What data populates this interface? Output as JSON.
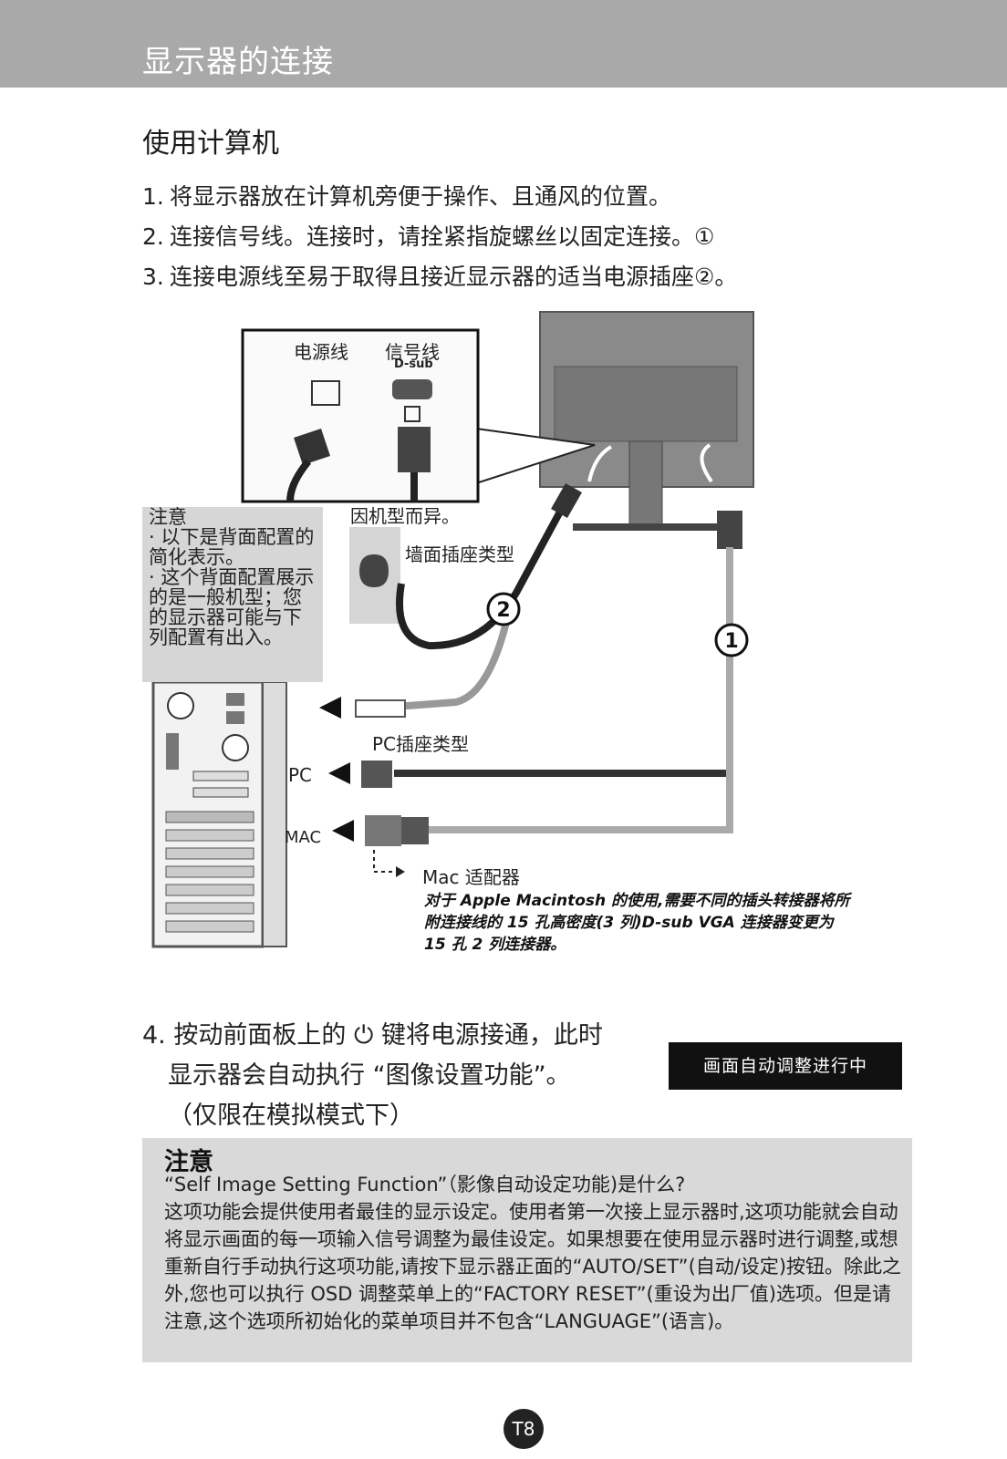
{
  "header": {
    "title": "显示器的连接"
  },
  "section_title": "使用计算机",
  "steps": [
    {
      "num": "1.",
      "text": "将显示器放在计算机旁便于操作、且通风的位置。"
    },
    {
      "num": "2.",
      "text": "连接信号线。连接时，请拴紧指旋螺丝以固定连接。①"
    },
    {
      "num": "3.",
      "text": "连接电源线至易于取得且接近显示器的适当电源插座②。"
    }
  ],
  "diagram": {
    "power_cable_label": "电源线",
    "signal_cable_label": "信号线",
    "dsub_label": "D-sub",
    "model_note": "因机型而异。",
    "wall_outlet_label": "墙面插座类型",
    "pc_outlet_label": "PC插座类型",
    "pc_label": "PC",
    "mac_label": "MAC",
    "callout_1": "1",
    "callout_2": "2",
    "mac_adapter_label": "Mac 适配器",
    "mac_note": "对于 Apple Macintosh 的使用,需要不同的插头转接器将所附连接线的 15 孔高密度(3 列)D-sub VGA 连接器变更为 15 孔 2 列连接器。"
  },
  "side_note": {
    "title": "注意",
    "items": [
      "· 以下是背面配置的简化表示。",
      "· 这个背面配置展示的是一般机型；您 的显示器可能与下列配置有出入。"
    ]
  },
  "step4": {
    "line1_prefix": "4. 按动前面板上的",
    "line1_suffix": "键将电源接通，此时",
    "line2": "显示器会自动执行 “图像设置功能”。",
    "line3": "（仅限在模拟模式下）",
    "power_symbol": "⏻"
  },
  "osd_message": "画面自动调整进行中",
  "info_note": {
    "title": "注意",
    "question": "“Self Image Setting Function”（影像自动设定功能)是什么?",
    "body": "这项功能会提供使用者最佳的显示设定。使用者第一次接上显示器时,这项功能就会自动将显示画面的每一项输入信号调整为最佳设定。如果想要在使用显示器时进行调整,或想重新自行手动执行这项功能,请按下显示器正面的“AUTO/SET”(自动/设定)按钮。除此之外,您也可以执行 OSD 调整菜单上的“FACTORY RESET”(重设为出厂值)选项。但是请注意,这个选项所初始化的菜单项目并不包含“LANGUAGE”(语言)。"
  },
  "page_number": "T8"
}
